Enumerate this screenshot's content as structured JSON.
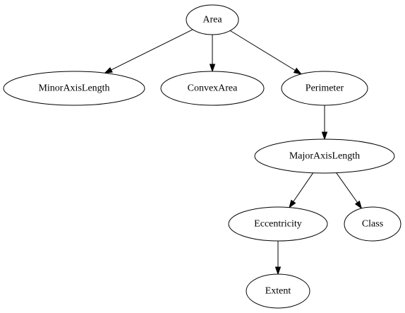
{
  "graph": {
    "nodes": [
      {
        "id": "area",
        "label": "Area"
      },
      {
        "id": "minor",
        "label": "MinorAxisLength"
      },
      {
        "id": "convex",
        "label": "ConvexArea"
      },
      {
        "id": "perimeter",
        "label": "Perimeter"
      },
      {
        "id": "major",
        "label": "MajorAxisLength"
      },
      {
        "id": "eccentricity",
        "label": "Eccentricity"
      },
      {
        "id": "class",
        "label": "Class"
      },
      {
        "id": "extent",
        "label": "Extent"
      }
    ],
    "edges": [
      {
        "from": "area",
        "to": "minor"
      },
      {
        "from": "area",
        "to": "convex"
      },
      {
        "from": "area",
        "to": "perimeter"
      },
      {
        "from": "perimeter",
        "to": "major"
      },
      {
        "from": "major",
        "to": "eccentricity"
      },
      {
        "from": "major",
        "to": "class"
      },
      {
        "from": "eccentricity",
        "to": "extent"
      }
    ]
  }
}
